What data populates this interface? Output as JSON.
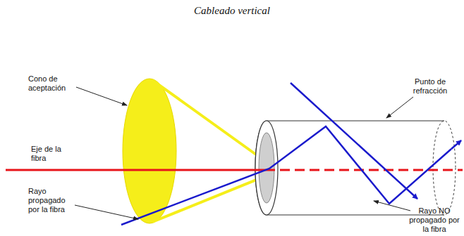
{
  "diagram": {
    "title": "Cableado vertical",
    "labels": [
      "Cono de aceptación",
      "Eje de la fibra",
      "Rayo propagado por la fibra",
      "Punto de refracción",
      "Rayo NO propagado por la fibra"
    ]
  }
}
